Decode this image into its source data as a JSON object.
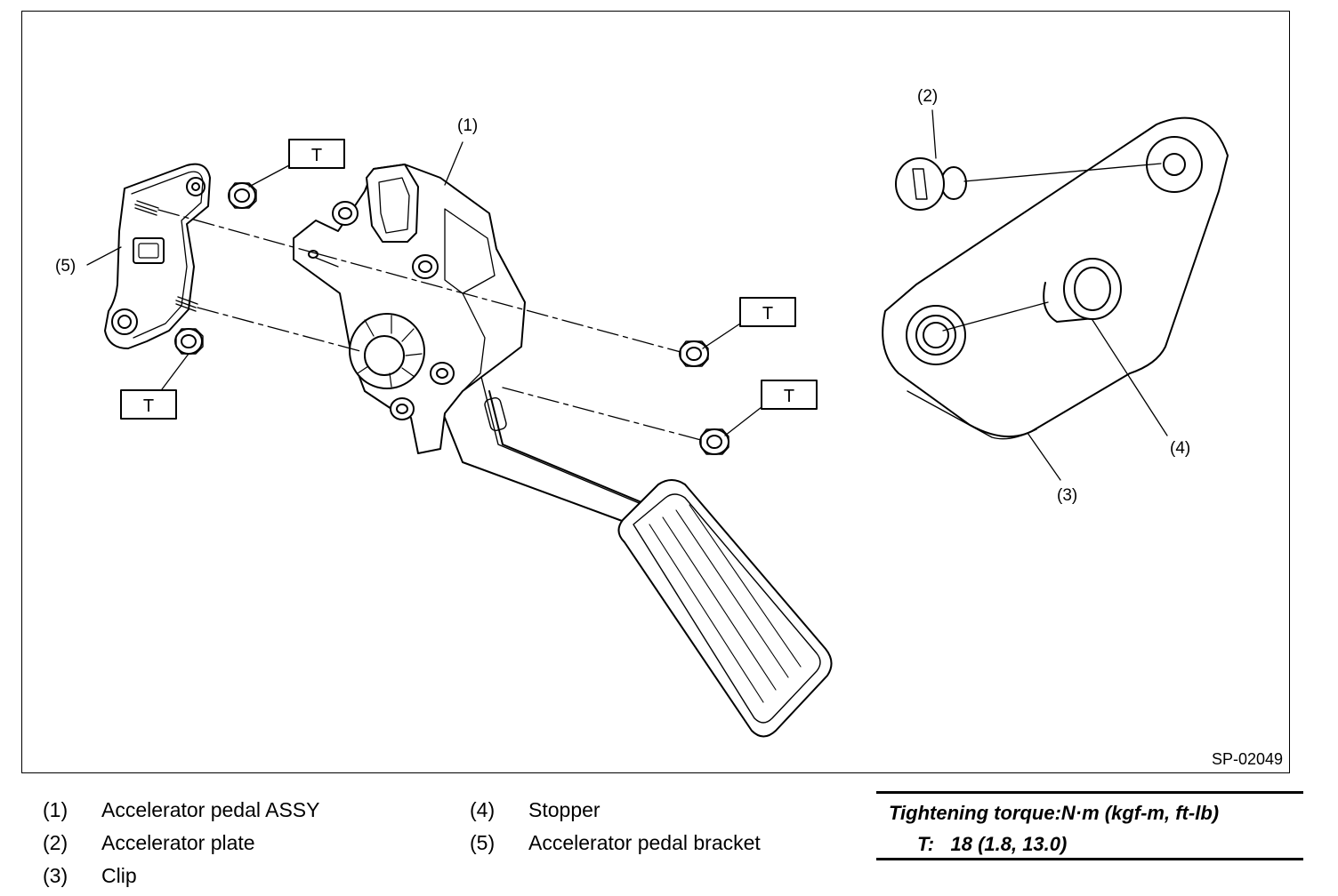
{
  "figure": {
    "code": "SP-02049",
    "callouts": {
      "c1": "(1)",
      "c2": "(2)",
      "c3": "(3)",
      "c4": "(4)",
      "c5": "(5)"
    },
    "torque_marker": "T"
  },
  "legend": {
    "items": [
      {
        "num": "(1)",
        "label": "Accelerator pedal ASSY"
      },
      {
        "num": "(2)",
        "label": "Accelerator plate"
      },
      {
        "num": "(3)",
        "label": "Clip"
      },
      {
        "num": "(4)",
        "label": "Stopper"
      },
      {
        "num": "(5)",
        "label": "Accelerator pedal bracket"
      }
    ]
  },
  "torque": {
    "title": "Tightening torque:N·m (kgf-m, ft-lb)",
    "value_label": "T:",
    "value": "18 (1.8, 13.0)"
  }
}
